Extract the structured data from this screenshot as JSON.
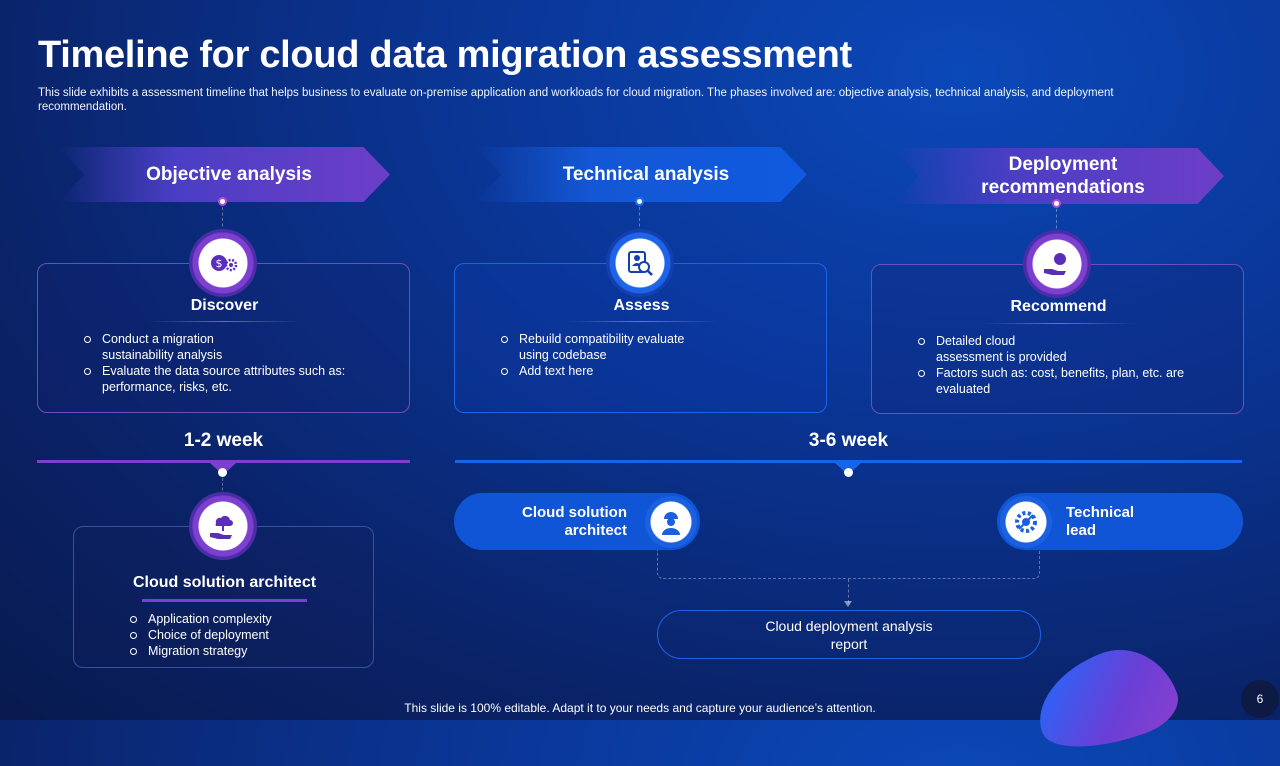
{
  "slide": {
    "title": "Timeline for cloud data migration assessment",
    "subtitle": "This slide exhibits a assessment timeline that helps business to evaluate on-premise application and workloads for cloud migration. The phases involved are: objective analysis, technical analysis, and deployment recommendation.",
    "footer": "This slide is 100% editable. Adapt it to your needs and capture your audience’s attention.",
    "page_number": "6"
  },
  "phases": [
    {
      "chevron_label": "Objective analysis",
      "icon": "money-gear-icon",
      "card_title": "Discover",
      "bullets": [
        "Conduct a migration sustainability analysis",
        "Evaluate the data source attributes such as: performance, risks, etc."
      ]
    },
    {
      "chevron_label": "Technical analysis",
      "icon": "user-search-icon",
      "card_title": "Assess",
      "bullets": [
        "Rebuild compatibility evaluate using codebase",
        "Add text here"
      ]
    },
    {
      "chevron_label": "Deployment recommendations",
      "icon": "hand-recommend-icon",
      "card_title": "Recommend",
      "bullets": [
        "Detailed cloud assessment is provided",
        "Factors such as: cost, benefits, plan, etc. are evaluated"
      ]
    }
  ],
  "durations": {
    "first": "1-2 week",
    "second": "3-6 week"
  },
  "architect_card": {
    "icon": "cloud-hand-icon",
    "title": "Cloud solution architect",
    "bullets": [
      "Application complexity",
      "Choice of deployment",
      "Migration strategy"
    ]
  },
  "roles": [
    {
      "label": "Cloud solution architect",
      "icon": "engineer-icon"
    },
    {
      "label": "Technical lead",
      "icon": "gear-tools-icon"
    }
  ],
  "report": {
    "label": "Cloud deployment analysis report"
  },
  "colors": {
    "purple": "#7d3fcf",
    "blue": "#1565e8",
    "background": "#0a2a7a"
  }
}
